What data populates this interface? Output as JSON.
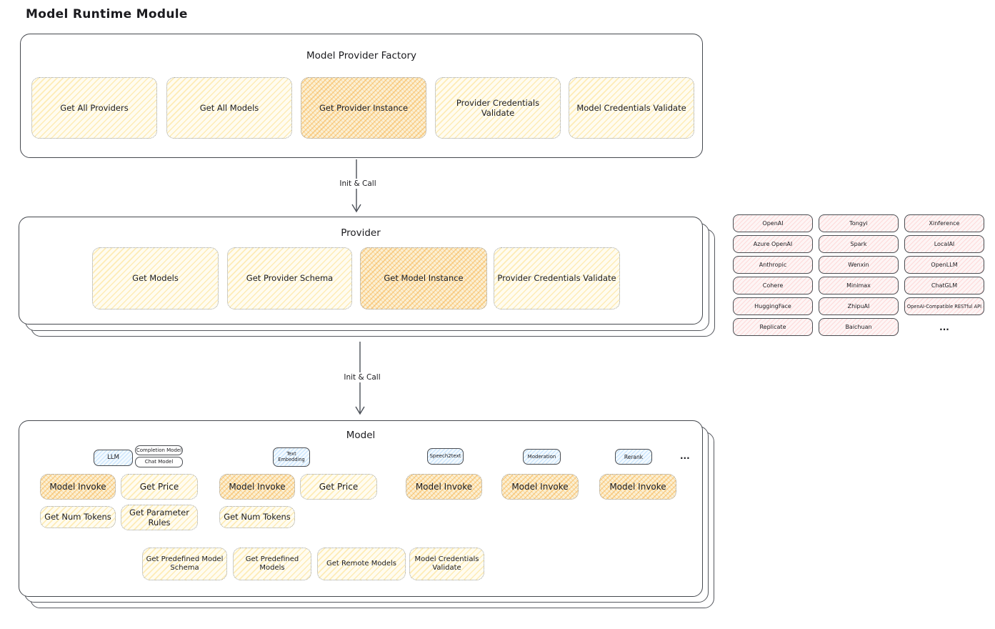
{
  "page": {
    "title": "Model Runtime Module"
  },
  "colors": {
    "yellow_fill": "#fff8dd",
    "orange_highlight_fill": "#f9e4b5",
    "pink_fill": "#fbeaea",
    "blue_fill": "#e8f4fd",
    "outline": "#45484e",
    "dotted_border": "#9aa0a8",
    "text": "#1b1b1f"
  },
  "factory": {
    "title": "Model Provider Factory",
    "items": [
      {
        "label": "Get All Providers",
        "highlight": false
      },
      {
        "label": "Get All Models",
        "highlight": false
      },
      {
        "label": "Get Provider Instance",
        "highlight": true
      },
      {
        "label": "Provider Credentials Validate",
        "highlight": false
      },
      {
        "label": "Model Credentials Validate",
        "highlight": false
      }
    ]
  },
  "arrow1": {
    "label": "Init & Call"
  },
  "arrow2": {
    "label": "Init & Call"
  },
  "provider": {
    "title": "Provider",
    "items": [
      {
        "label": "Get Models",
        "highlight": false
      },
      {
        "label": "Get Provider Schema",
        "highlight": false
      },
      {
        "label": "Get Model Instance",
        "highlight": true
      },
      {
        "label": "Provider Credentials Validate",
        "highlight": false
      }
    ]
  },
  "providers_grid": {
    "columns": [
      [
        "OpenAI",
        "Azure OpenAI",
        "Anthropic",
        "Cohere",
        "HuggingFace",
        "Replicate"
      ],
      [
        "Tongyi",
        "Spark",
        "Wenxin",
        "Minimax",
        "ZhipuAI",
        "Baichuan"
      ],
      [
        "Xinference",
        "LocalAI",
        "OpenLLM",
        "ChatGLM",
        "OpenAI-Compatible RESTful API"
      ]
    ],
    "more": "..."
  },
  "model": {
    "title": "Model",
    "tabs": {
      "llm": "LLM",
      "completion_model": "Completion Model",
      "chat_model": "Chat Model",
      "text_embedding": "Text Embedding",
      "speech2text": "Speech2text",
      "moderation": "Moderation",
      "rerank": "Rerank",
      "more": "..."
    },
    "labels": {
      "model_invoke": "Model Invoke",
      "get_price": "Get Price",
      "get_num_tokens": "Get Num Tokens",
      "get_parameter_rules": "Get Parameter Rules"
    },
    "footer": [
      "Get Predefined Model Schema",
      "Get Predefined Models",
      "Get Remote Models",
      "Model Credentials Validate"
    ]
  }
}
